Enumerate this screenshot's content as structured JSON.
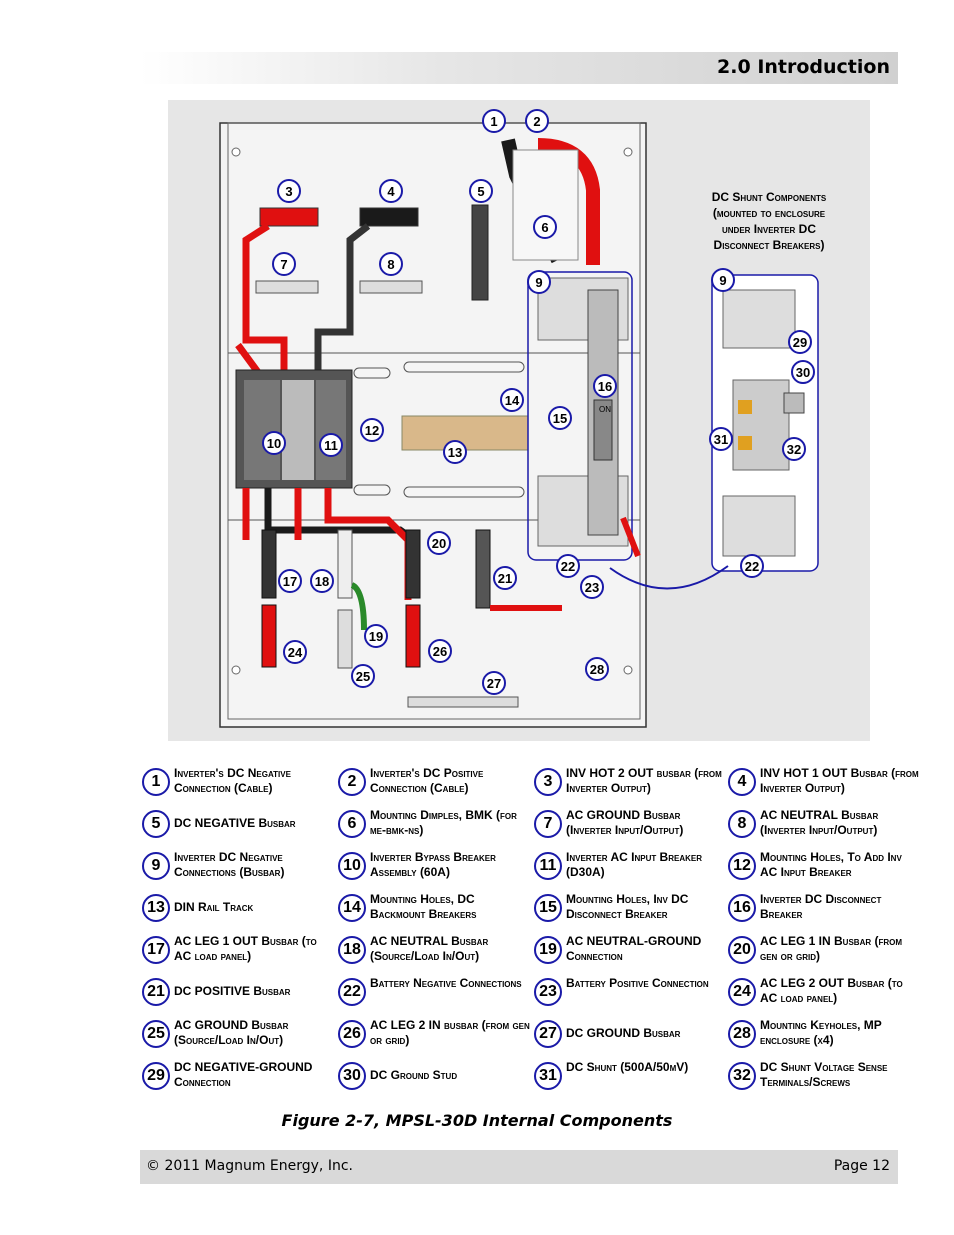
{
  "header": {
    "title": "2.0 Introduction"
  },
  "figure": {
    "callout_lines": [
      "DC Shunt Components",
      "(mounted to enclosure",
      "under Inverter DC",
      "Disconnect Breakers)"
    ],
    "on_label": "ON",
    "markers": [
      "1",
      "2",
      "3",
      "4",
      "5",
      "6",
      "7",
      "8",
      "9",
      "10",
      "11",
      "12",
      "13",
      "14",
      "15",
      "16",
      "17",
      "18",
      "19",
      "20",
      "21",
      "22",
      "23",
      "24",
      "25",
      "26",
      "27",
      "28",
      "29",
      "30",
      "31",
      "32",
      "9",
      "22"
    ]
  },
  "legend": [
    {
      "num": "1",
      "text": "Inverter's DC Negative Connection (Cable)"
    },
    {
      "num": "2",
      "text": "Inverter's DC Positive Connection (Cable)"
    },
    {
      "num": "3",
      "text": "INV HOT 2 OUT busbar (from Inverter Output)"
    },
    {
      "num": "4",
      "text": "INV HOT 1 OUT Busbar (from Inverter Output)"
    },
    {
      "num": "5",
      "text": "DC NEGATIVE Busbar"
    },
    {
      "num": "6",
      "text": "Mounting Dimples, BMK (for me-bmk-ns)"
    },
    {
      "num": "7",
      "text": "AC GROUND Busbar (Inverter Input/Output)"
    },
    {
      "num": "8",
      "text": "AC NEUTRAL Busbar (Inverter Input/Output)"
    },
    {
      "num": "9",
      "text": "Inverter DC Negative Connections (Busbar)"
    },
    {
      "num": "10",
      "text": "Inverter Bypass Breaker Assembly (60A)"
    },
    {
      "num": "11",
      "text": "Inverter AC Input Breaker (D30A)"
    },
    {
      "num": "12",
      "text": "Mounting Holes, To Add Inv AC Input Breaker"
    },
    {
      "num": "13",
      "text": "DIN Rail Track"
    },
    {
      "num": "14",
      "text": "Mounting Holes, DC Backmount Breakers"
    },
    {
      "num": "15",
      "text": "Mounting Holes, Inv DC Disconnect Breaker"
    },
    {
      "num": "16",
      "text": "Inverter DC Disconnect Breaker"
    },
    {
      "num": "17",
      "text": "AC LEG 1 OUT Busbar (to AC load panel)"
    },
    {
      "num": "18",
      "text": "AC NEUTRAL Busbar (Source/Load In/Out)"
    },
    {
      "num": "19",
      "text": "AC NEUTRAL-GROUND Connection"
    },
    {
      "num": "20",
      "text": "AC LEG 1 IN Busbar (from gen or grid)"
    },
    {
      "num": "21",
      "text": "DC POSITIVE Busbar"
    },
    {
      "num": "22",
      "text": "Battery Negative Connections"
    },
    {
      "num": "23",
      "text": "Battery Positive Connection"
    },
    {
      "num": "24",
      "text": "AC LEG 2 OUT Busbar (to AC load panel)"
    },
    {
      "num": "25",
      "text": "AC GROUND Busbar (Source/Load In/Out)"
    },
    {
      "num": "26",
      "text": "AC LEG 2 IN busbar (from gen or grid)"
    },
    {
      "num": "27",
      "text": "DC GROUND Busbar"
    },
    {
      "num": "28",
      "text": "Mounting Keyholes, MP enclosure (x4)"
    },
    {
      "num": "29",
      "text": "DC NEGATIVE-GROUND Connection"
    },
    {
      "num": "30",
      "text": "DC Ground Stud"
    },
    {
      "num": "31",
      "text": "DC Shunt (500A/50mV)"
    },
    {
      "num": "32",
      "text": "DC Shunt Voltage Sense Terminals/Screws"
    }
  ],
  "caption": "Figure 2-7, MPSL-30D Internal Components",
  "footer": {
    "copyright": "© 2011 Magnum Energy, Inc.",
    "page": "Page 12"
  },
  "colors": {
    "marker_border": "#1a1aa8",
    "busbar_red": "#e01010",
    "cable_black": "#1a1a1a",
    "header_gray": "#d0d0d0"
  }
}
